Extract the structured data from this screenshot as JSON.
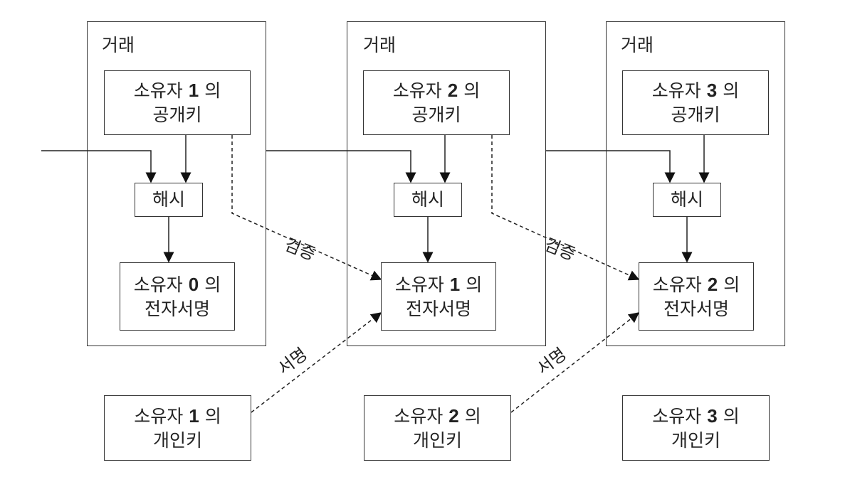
{
  "transactions": [
    {
      "label": "거래",
      "owner_num": "1",
      "pubkey_line1_pre": "소유자",
      "pubkey_line1_post": "의",
      "pubkey_line2": "공개키",
      "hash": "해시",
      "sig_num": "0",
      "sig_line1_pre": "소유자",
      "sig_line1_post": "의",
      "sig_line2": "전자서명"
    },
    {
      "label": "거래",
      "owner_num": "2",
      "pubkey_line1_pre": "소유자",
      "pubkey_line1_post": "의",
      "pubkey_line2": "공개키",
      "hash": "해시",
      "sig_num": "1",
      "sig_line1_pre": "소유자",
      "sig_line1_post": "의",
      "sig_line2": "전자서명"
    },
    {
      "label": "거래",
      "owner_num": "3",
      "pubkey_line1_pre": "소유자",
      "pubkey_line1_post": "의",
      "pubkey_line2": "공개키",
      "hash": "해시",
      "sig_num": "2",
      "sig_line1_pre": "소유자",
      "sig_line1_post": "의",
      "sig_line2": "전자서명"
    }
  ],
  "private_keys": [
    {
      "num": "1",
      "line1_pre": "소유자",
      "line1_post": "의",
      "line2": "개인키"
    },
    {
      "num": "2",
      "line1_pre": "소유자",
      "line1_post": "의",
      "line2": "개인키"
    },
    {
      "num": "3",
      "line1_pre": "소유자",
      "line1_post": "의",
      "line2": "개인키"
    }
  ],
  "edge_labels": {
    "verify": "검증",
    "sign": "서명"
  }
}
